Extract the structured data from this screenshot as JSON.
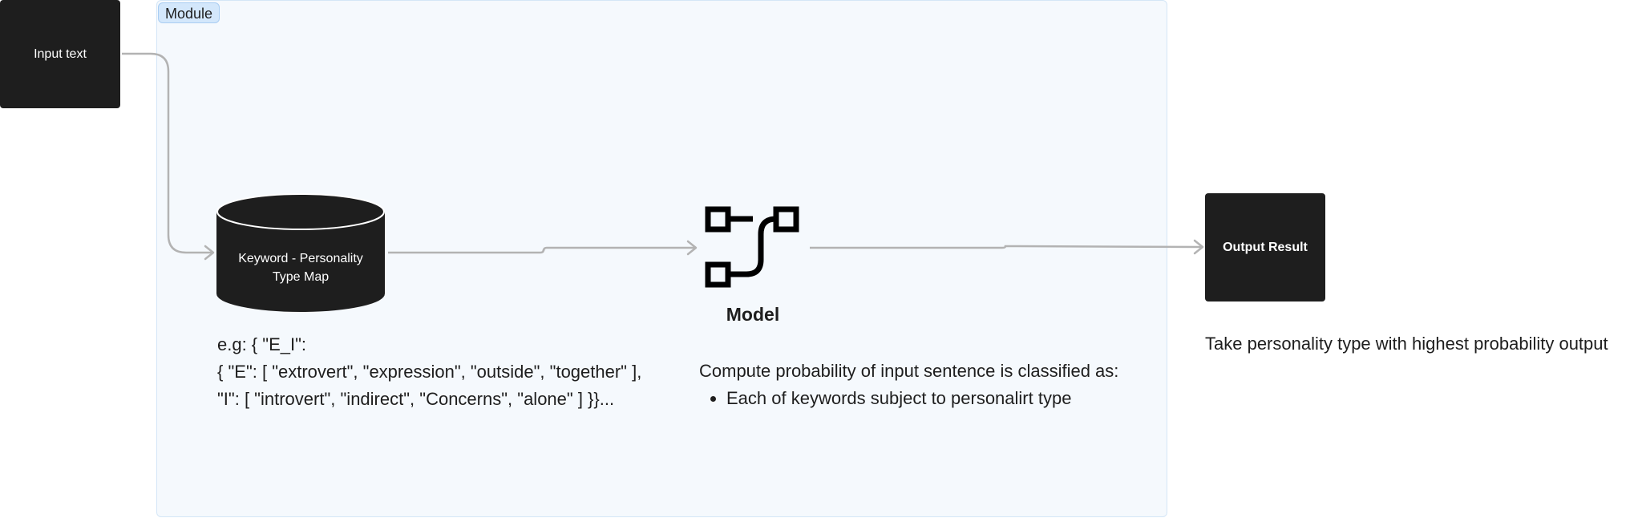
{
  "module": {
    "label": "Module"
  },
  "nodes": {
    "input": {
      "label": "Input text"
    },
    "keyword_map": {
      "label_line1": "Keyword - Personality",
      "label_line2": "Type Map"
    },
    "model": {
      "label": "Model",
      "icon": "workflow-icon"
    },
    "output": {
      "label": "Output Result"
    }
  },
  "annotations": {
    "example": {
      "line1": "e.g: { \"E_I\":",
      "line2": "{ \"E\": [ \"extrovert\", \"expression\", \"outside\", \"together\" ],",
      "line3": "\"I\": [ \"introvert\", \"indirect\", \"Concerns\", \"alone\" ] }}..."
    },
    "compute": {
      "heading": "Compute probability of input sentence is classified as:",
      "bullets": [
        "Each of keywords subject to personalirt type"
      ]
    },
    "output_description": "Take personality type with highest probability output"
  },
  "colors": {
    "node_fill": "#1e1e1e",
    "module_background": "#f5f9fd",
    "module_border": "#d4e6f7",
    "module_tag": "#d3e7fb",
    "connector": "#b3b3b3",
    "text": "#1e1e1e"
  }
}
